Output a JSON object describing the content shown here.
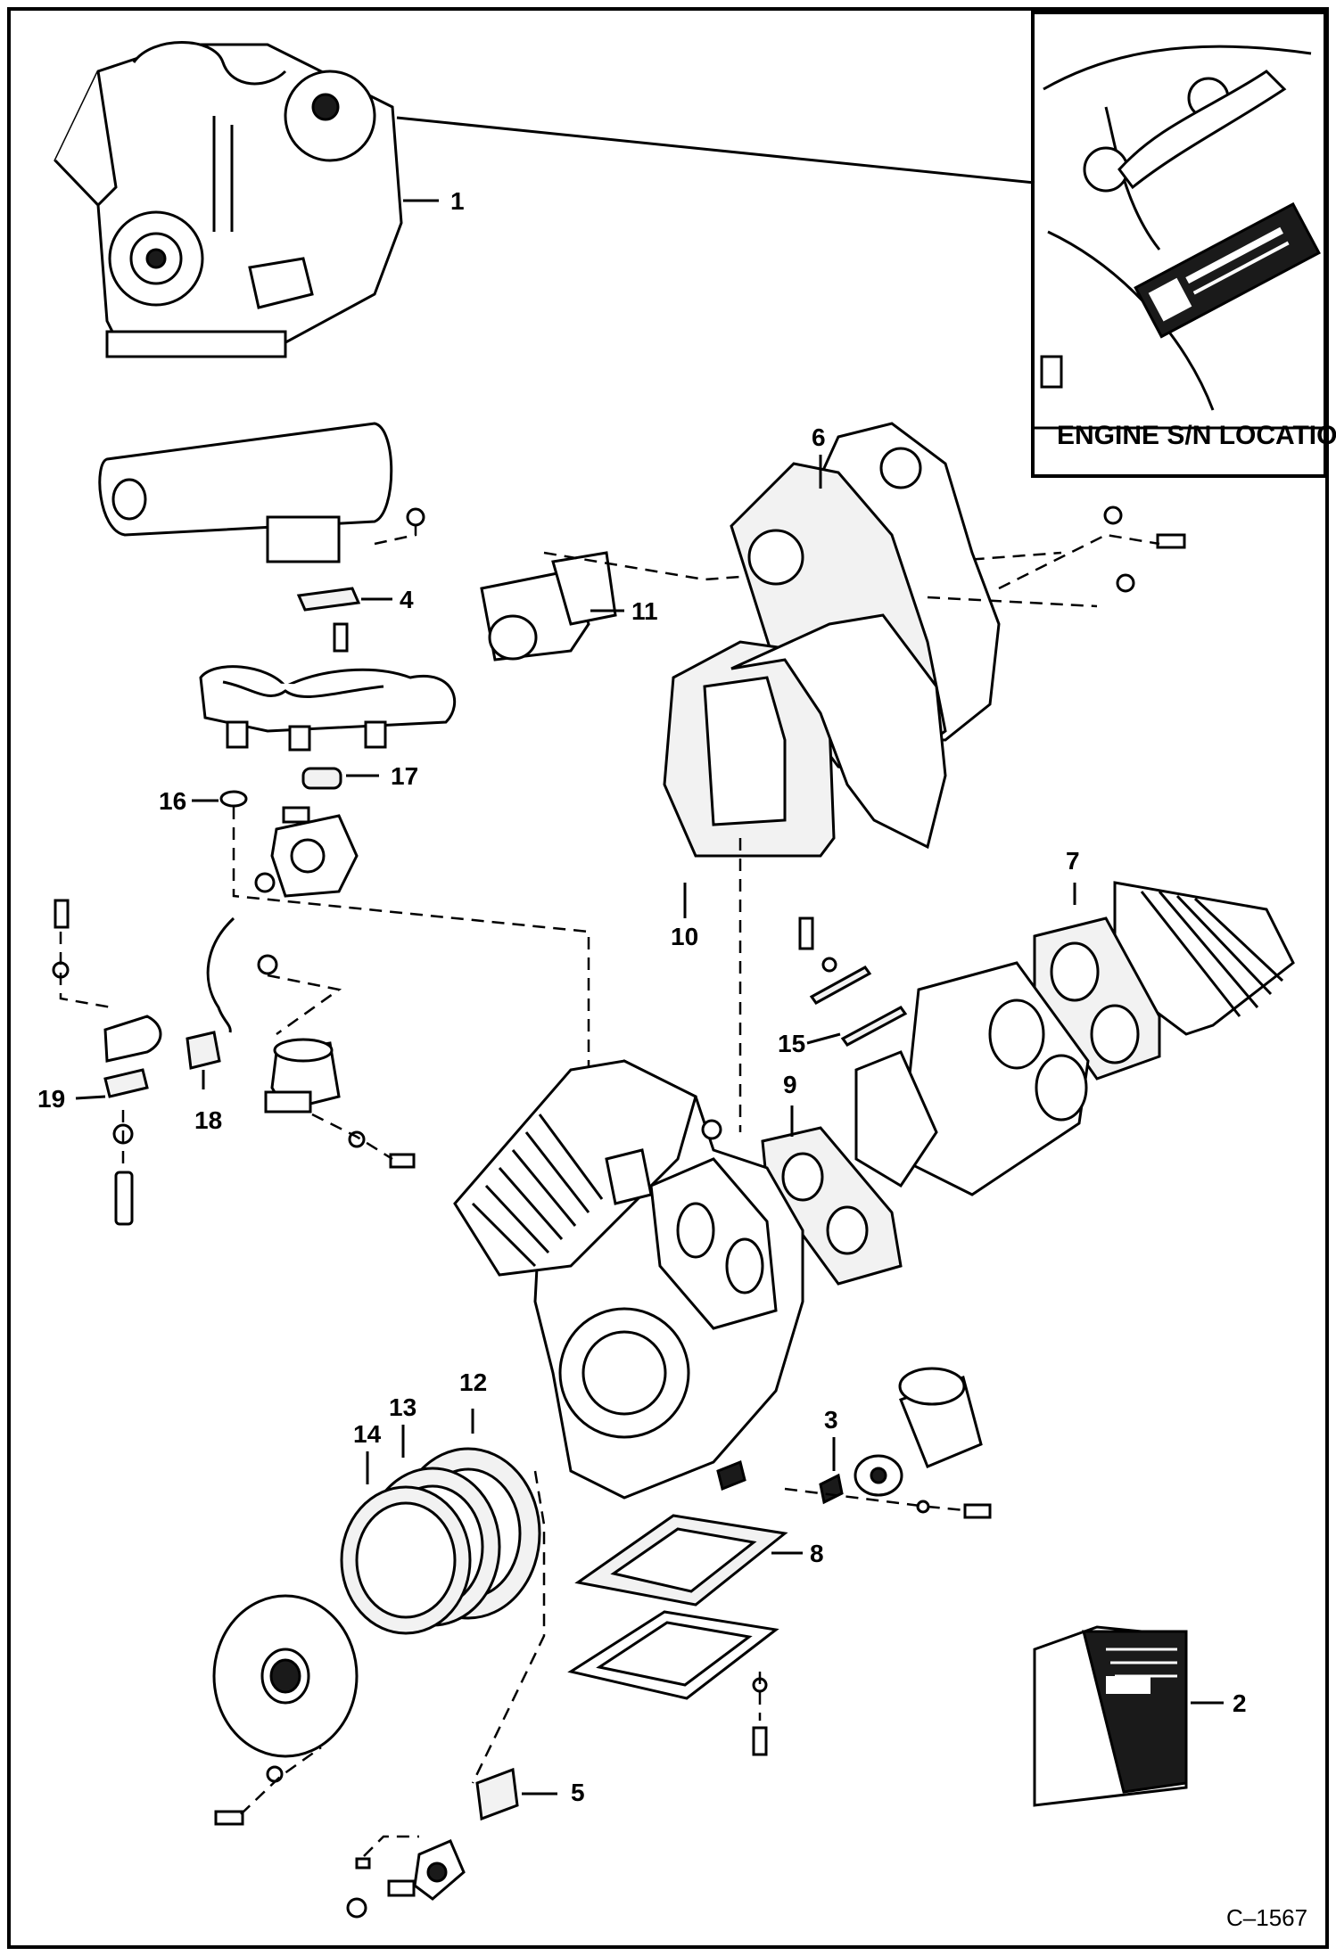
{
  "diagram": {
    "figure_code": "C–1567",
    "inset_caption": "ENGINE S/N LOCATION",
    "callouts": [
      "1",
      "2",
      "3",
      "4",
      "5",
      "6",
      "7",
      "8",
      "9",
      "10",
      "11",
      "12",
      "13",
      "14",
      "15",
      "16",
      "17",
      "18",
      "19"
    ],
    "colors": {
      "ink": "#000000",
      "paper": "#ffffff",
      "stipple": "#f2f2f2"
    }
  }
}
